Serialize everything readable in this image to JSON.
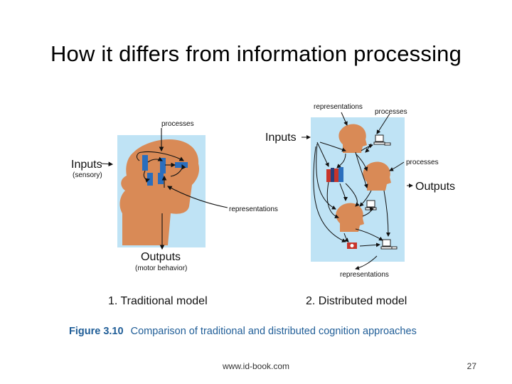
{
  "slide": {
    "title": "How it differs from information processing",
    "footer_url": "www.id-book.com",
    "page_number": "27"
  },
  "figure": {
    "caption_number": "Figure 3.10",
    "caption_text": "Comparison of traditional and distributed cognition approaches",
    "traditional": {
      "heading": "1. Traditional model",
      "inputs": "Inputs",
      "inputs_sub": "(sensory)",
      "processes": "processes",
      "representations": "representations",
      "outputs": "Outputs",
      "outputs_sub": "(motor behavior)"
    },
    "distributed": {
      "heading": "2. Distributed model",
      "representations_top": "representations",
      "processes_top": "processes",
      "inputs": "Inputs",
      "processes_right": "processes",
      "outputs": "Outputs",
      "representations_bottom": "representations"
    },
    "colors": {
      "panel": "#bfe3f5",
      "head": "#d98a56",
      "process_block": "#2a6ebd",
      "caption_blue": "#1f5d97",
      "book_red": "#c8352b",
      "device_red": "#c8352b"
    }
  }
}
